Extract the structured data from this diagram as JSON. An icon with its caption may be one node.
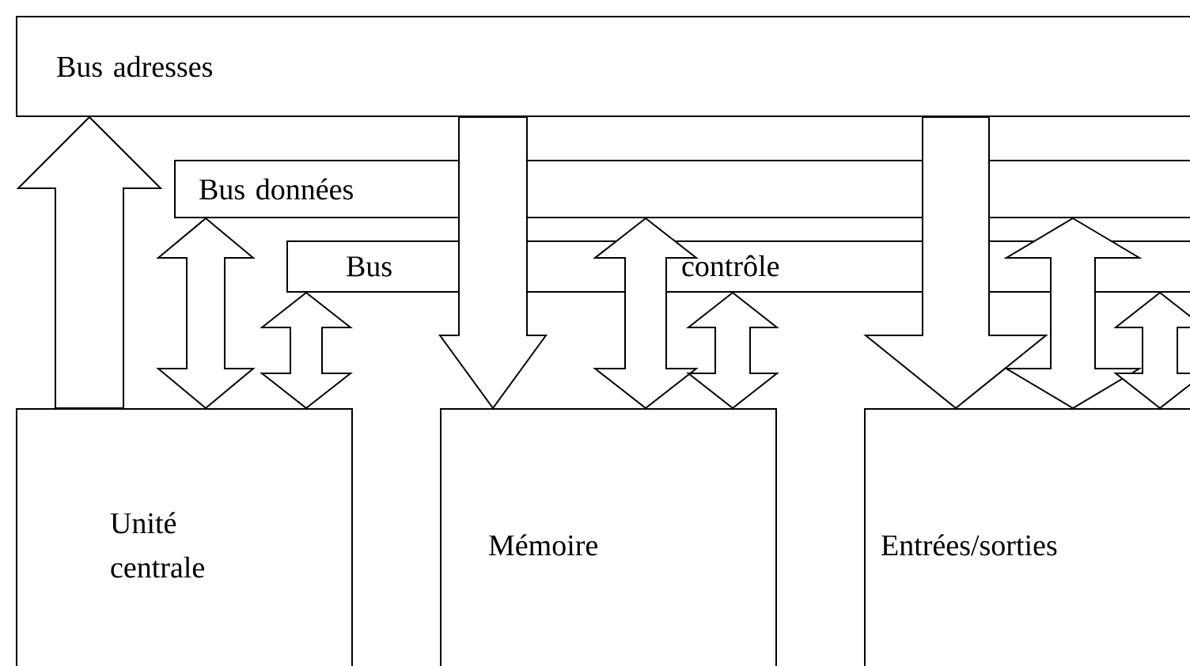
{
  "diagram": {
    "nodes": [
      {
        "text": [
          "Bus adresses"
        ]
      },
      {
        "text": [
          "Bus données"
        ]
      },
      {
        "text": [
          "Bus",
          "contrôle"
        ]
      },
      {
        "text": [
          "Unité centrale"
        ]
      },
      {
        "text": [
          "Mémoire"
        ]
      },
      {
        "text": [
          "Entrées/sorties"
        ]
      }
    ],
    "edges": [
      {
        "from": 3,
        "to": 0,
        "arrow": "to"
      },
      {
        "from": 1,
        "to": 3,
        "arrow": "both"
      },
      {
        "from": 2,
        "to": 3,
        "arrow": "both"
      },
      {
        "from": 0,
        "to": 4,
        "arrow": "to"
      },
      {
        "from": 1,
        "to": 4,
        "arrow": "both"
      },
      {
        "from": 2,
        "to": 4,
        "arrow": "both"
      },
      {
        "from": 0,
        "to": 5,
        "arrow": "to"
      },
      {
        "from": 1,
        "to": 5,
        "arrow": "both"
      },
      {
        "from": 2,
        "to": 5,
        "arrow": "both"
      }
    ]
  }
}
